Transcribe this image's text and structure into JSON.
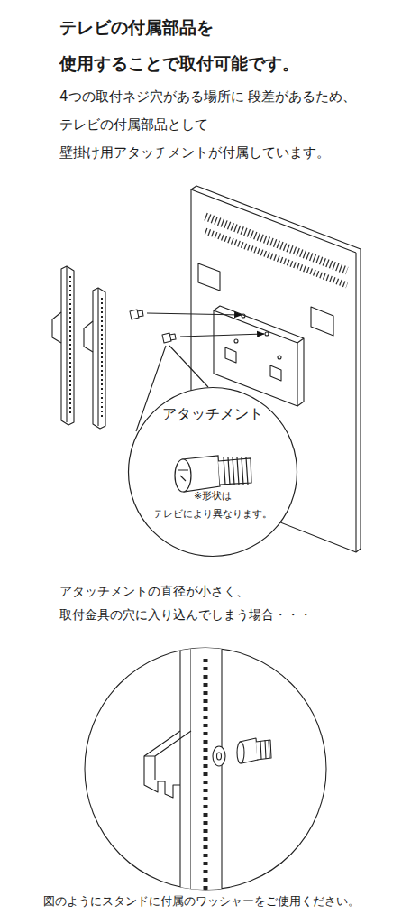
{
  "diagram": {
    "title": "テレビの付属部品を 使用することで取付可能です。",
    "caption": "図のようにスタンドに付属のワッシャーをご使用ください。",
    "nodes": [
      {
        "text": [
          "アタッチメント",
          "※形状は テレビにより異なります。"
        ]
      }
    ],
    "labels": [
      "4つの取付ネジ穴がある場所に 段差があるため、テレビの付属部品として 壁掛け用アタッチメントが付属しています。",
      "アタッチメントの直径が小さく、 取付金具の穴に入り込んでしまう場合・・・"
    ]
  }
}
